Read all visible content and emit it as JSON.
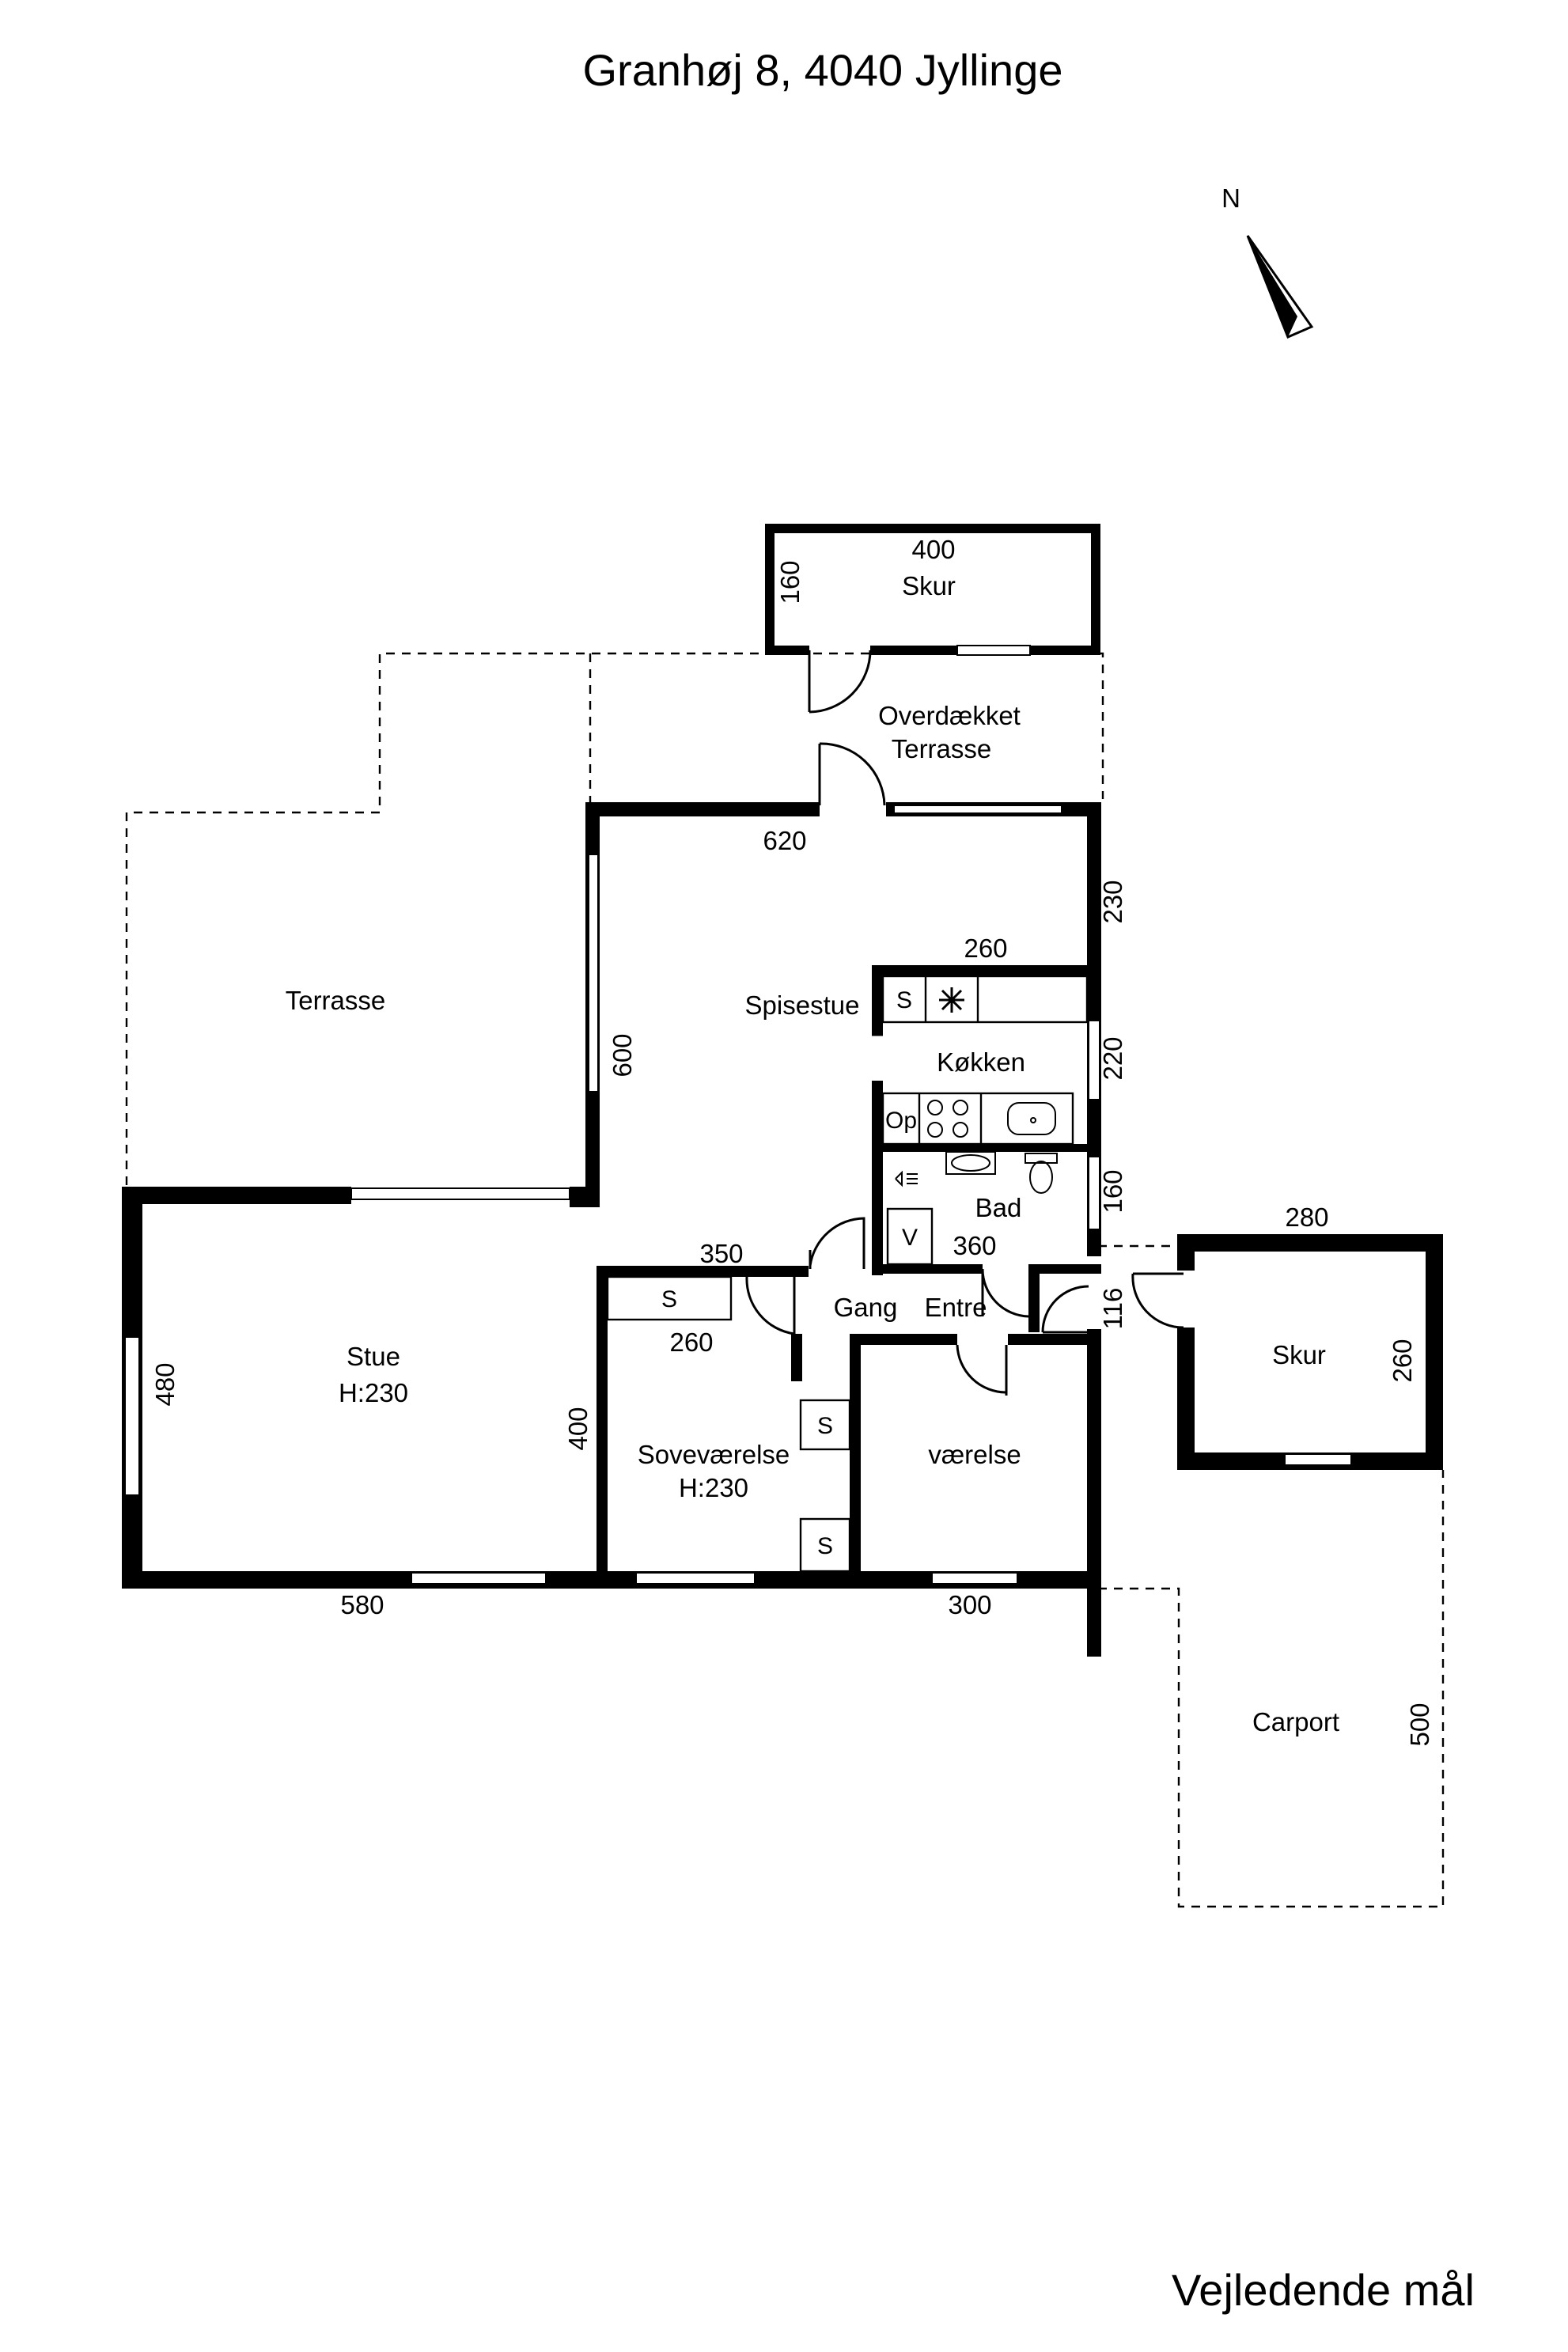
{
  "title": "Granhøj 8, 4040 Jyllinge",
  "compass": {
    "label": "N"
  },
  "rooms": {
    "skur_top": "Skur",
    "overdaekket_line1": "Overdækket",
    "overdaekket_line2": "Terrasse",
    "terrasse": "Terrasse",
    "spisestue": "Spisestue",
    "koekken": "Køkken",
    "bad": "Bad",
    "gang": "Gang",
    "entre": "Entre",
    "stue": "Stue",
    "stue_height": "H:230",
    "sovevaerelse": "Soveværelse",
    "sovevaerelse_height": "H:230",
    "vaerelse": "værelse",
    "skur_right": "Skur",
    "carport": "Carport"
  },
  "fixtures": {
    "s_kitchen": "S",
    "op_kitchen": "Op",
    "v_bad": "V",
    "s_closet_hall": "S",
    "s_closet_1": "S",
    "s_closet_2": "S"
  },
  "dimensions": {
    "skur_top_width": "400",
    "skur_top_depth": "160",
    "spisestue_width": "620",
    "spisestue_right_depth": "230",
    "koekken_width": "260",
    "koekken_depth": "220",
    "spisestue_depth": "600",
    "bad_depth": "160",
    "bad_width": "360",
    "skur_right_width": "280",
    "hall_width": "350",
    "closet_width": "260",
    "entre_depth": "116",
    "skur_right_depth": "260",
    "stue_depth": "480",
    "sovevaerelse_depth": "400",
    "stue_width": "580",
    "vaerelse_width": "300",
    "carport_depth": "500"
  },
  "footer": "Vejledende mål"
}
